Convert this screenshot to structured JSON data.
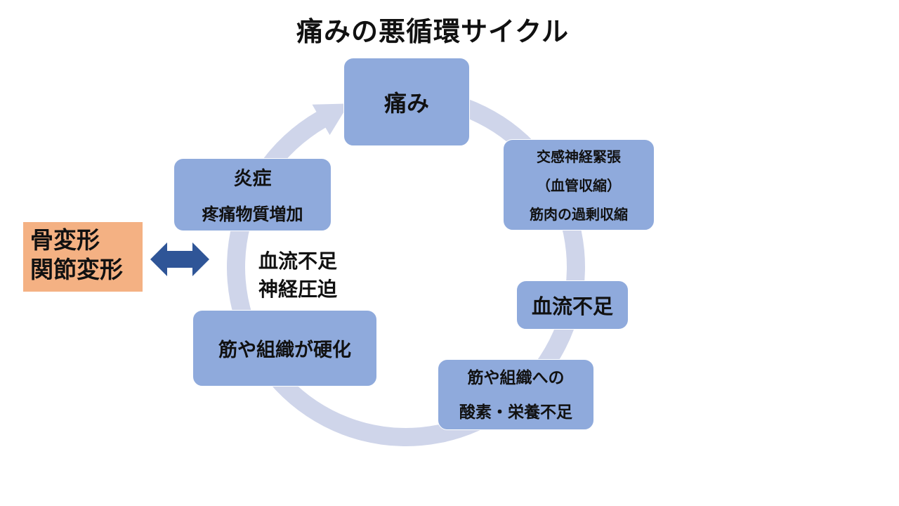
{
  "title": "痛みの悪循環サイクル",
  "colors": {
    "node_fill": "#8faadc",
    "ring_fill": "#cfd5ea",
    "bone_box_fill": "#f4b183",
    "double_arrow_fill": "#2f5597"
  },
  "nodes": {
    "pain": "痛み",
    "sympathetic": [
      "交感神経緊張",
      "（血管収縮）",
      "筋肉の過剰収縮"
    ],
    "bloodflow": "血流不足",
    "oxygen": [
      "筋や組織への",
      "酸素・栄養不足"
    ],
    "hardening": "筋や組織が硬化",
    "inflammation": [
      "炎症",
      "疼痛物質増加"
    ]
  },
  "bone": [
    "骨変形",
    "関節変形"
  ],
  "center": [
    "血流不足",
    "神経圧迫"
  ],
  "icons": {
    "cycle": "circular-arrow-icon",
    "double_arrow": "double-arrow-icon"
  }
}
